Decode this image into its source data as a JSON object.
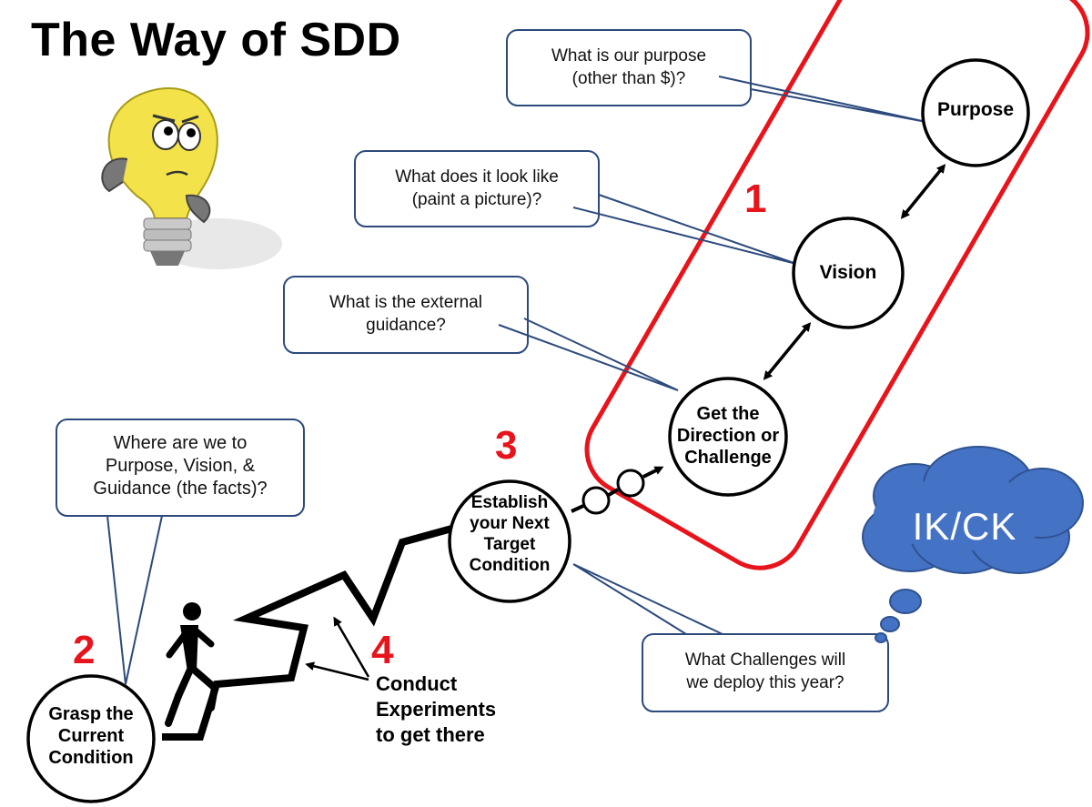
{
  "title": "The Way of SDD",
  "numbers": {
    "n1": "1",
    "n2": "2",
    "n3": "3",
    "n4": "4"
  },
  "nodes": {
    "purpose": "Purpose",
    "vision": "Vision",
    "direction": [
      "Get the",
      "Direction or",
      "Challenge"
    ],
    "target": [
      "Establish",
      "your Next",
      "Target",
      "Condition"
    ],
    "current": [
      "Grasp the",
      "Current",
      "Condition"
    ]
  },
  "callouts": {
    "purpose_q": [
      "What is our purpose",
      "(other than $)?"
    ],
    "vision_q": [
      "What does it look like",
      "(paint a picture)?"
    ],
    "guidance_q": [
      "What is the external",
      "guidance?"
    ],
    "facts_q": [
      "Where are we to",
      "Purpose, Vision, &",
      "Guidance (the facts)?"
    ],
    "challenges_q": [
      "What Challenges will",
      "we deploy this year?"
    ]
  },
  "experiments": [
    "Conduct",
    "Experiments",
    "to get there"
  ],
  "cloud": "IK/CK",
  "colors": {
    "accent_red": "#e8141b",
    "callout_border": "#2c4a7c",
    "cloud_fill": "#4472c4",
    "bulb_yellow": "#f3e24a"
  }
}
